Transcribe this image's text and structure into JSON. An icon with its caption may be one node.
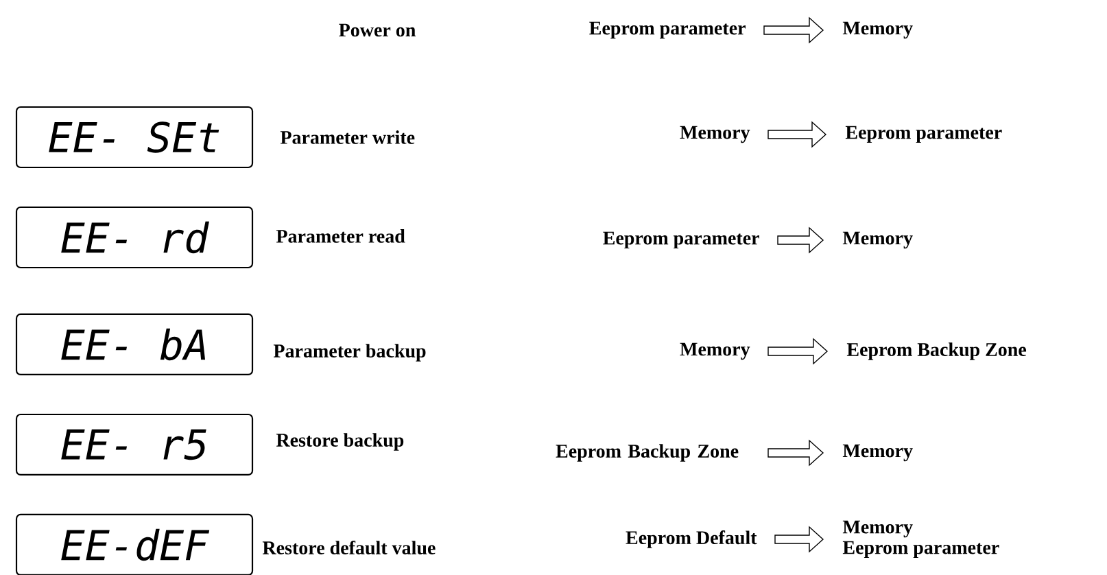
{
  "diagram": {
    "nodes": [
      {
        "text": [
          "Eeprom parameter"
        ]
      },
      {
        "text": [
          "Memory"
        ]
      },
      {
        "text": [
          "EE- SEt"
        ],
        "beside": [
          "Parameter write"
        ]
      },
      {
        "text": [
          "Memory"
        ]
      },
      {
        "text": [
          "Eeprom parameter"
        ]
      },
      {
        "text": [
          "EE- rd"
        ],
        "beside": [
          "Parameter read"
        ]
      },
      {
        "text": [
          "Eeprom parameter"
        ]
      },
      {
        "text": [
          "Memory"
        ]
      },
      {
        "text": [
          "EE- bA"
        ],
        "beside": [
          "Parameter backup"
        ]
      },
      {
        "text": [
          "Memory"
        ]
      },
      {
        "text": [
          "Eeprom Backup Zone"
        ]
      },
      {
        "text": [
          "EE- r5"
        ],
        "beside": [
          "Restore backup"
        ]
      },
      {
        "text": [
          "Eeprom Backup Zone"
        ]
      },
      {
        "text": [
          "Memory"
        ]
      },
      {
        "text": [
          "EE-dEF"
        ],
        "beside": [
          "Restore default value"
        ]
      },
      {
        "text": [
          "Eeprom Default"
        ]
      },
      {
        "text": [
          "Memory",
          "Eeprom parameter"
        ]
      }
    ],
    "edges": [
      {
        "from": 0,
        "to": 1,
        "arrow": "to"
      },
      {
        "from": 3,
        "to": 4,
        "arrow": "to"
      },
      {
        "from": 6,
        "to": 7,
        "arrow": "to"
      },
      {
        "from": 9,
        "to": 10,
        "arrow": "to"
      },
      {
        "from": 12,
        "to": 13,
        "arrow": "to"
      },
      {
        "from": 15,
        "to": 16,
        "arrow": "to"
      }
    ],
    "labels": [
      "Power on"
    ]
  }
}
